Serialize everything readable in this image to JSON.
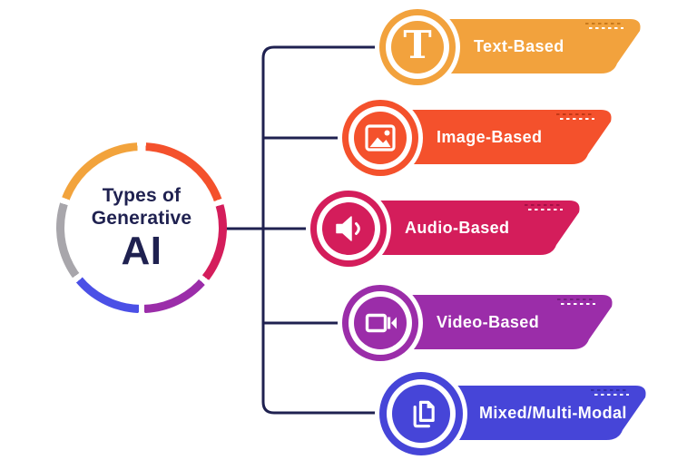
{
  "center": {
    "title_line1": "Types of",
    "title_line2": "Generative",
    "title_emphasis": "AI",
    "ring_segments": [
      {
        "color": "#F4512C",
        "from": 3,
        "to": 70
      },
      {
        "color": "#D41D5B",
        "from": 74,
        "to": 128
      },
      {
        "color": "#9B2DA9",
        "from": 132,
        "to": 178
      },
      {
        "color": "#4B50E6",
        "from": 182,
        "to": 230
      },
      {
        "color": "#A8A6AB",
        "from": 234,
        "to": 287
      },
      {
        "color": "#F2A33C",
        "from": 291,
        "to": 357
      }
    ]
  },
  "rows": [
    {
      "label": "Text-Based",
      "color": "#F2A23D",
      "dash_color": "#C8791B",
      "icon": "text-icon"
    },
    {
      "label": "Image-Based",
      "color": "#F4512C",
      "dash_color": "#C33815",
      "icon": "image-icon"
    },
    {
      "label": "Audio-Based",
      "color": "#D41D5B",
      "dash_color": "#A61045",
      "icon": "audio-icon"
    },
    {
      "label": "Video-Based",
      "color": "#9B2DA9",
      "dash_color": "#741F80",
      "icon": "video-icon"
    },
    {
      "label": "Mixed/Multi-Modal",
      "color": "#4645D8",
      "dash_color": "#312FA6",
      "icon": "mixed-multimodal-icon"
    }
  ],
  "colors": {
    "connector": "#1F2150",
    "title": "#1F2150",
    "background": "#FFFFFF",
    "label_text": "#FFFFFF",
    "icon": "#FFFFFF"
  }
}
